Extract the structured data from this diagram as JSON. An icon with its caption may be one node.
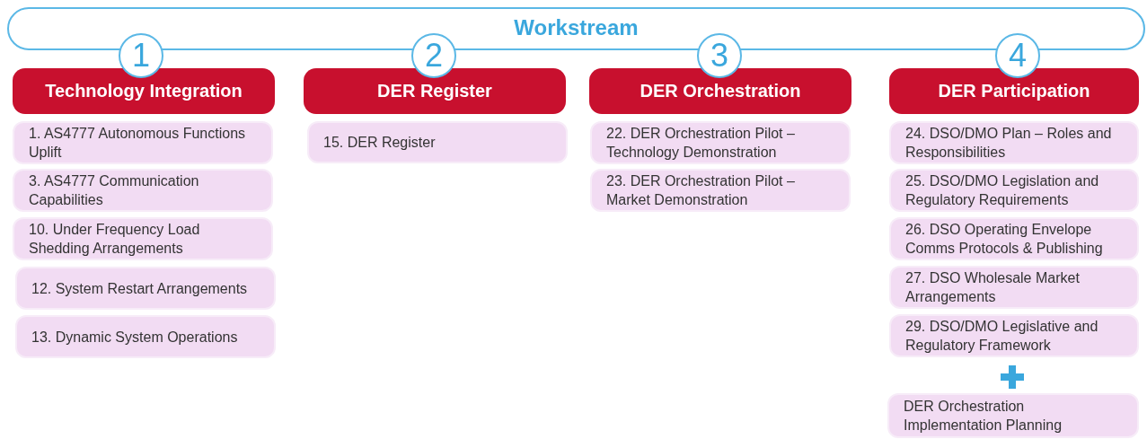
{
  "diagram": {
    "nodes": [
      {
        "text": [
          "Workstream"
        ]
      },
      {
        "text": [
          "1"
        ]
      },
      {
        "text": [
          "Technology Integration"
        ]
      },
      {
        "text": [
          "1. AS4777 Autonomous Functions Uplift"
        ]
      },
      {
        "text": [
          "3. AS4777 Communication Capabilities"
        ]
      },
      {
        "text": [
          "10. Under Frequency Load Shedding Arrangements"
        ]
      },
      {
        "text": [
          "12. System Restart Arrangements"
        ]
      },
      {
        "text": [
          "13. Dynamic System Operations"
        ]
      },
      {
        "text": [
          "2"
        ]
      },
      {
        "text": [
          "DER Register"
        ]
      },
      {
        "text": [
          "15. DER Register"
        ]
      },
      {
        "text": [
          "3"
        ]
      },
      {
        "text": [
          "DER Orchestration"
        ]
      },
      {
        "text": [
          "22. DER Orchestration Pilot – Technology Demonstration"
        ]
      },
      {
        "text": [
          "23. DER Orchestration Pilot – Market Demonstration"
        ]
      },
      {
        "text": [
          "4"
        ]
      },
      {
        "text": [
          "DER Participation"
        ]
      },
      {
        "text": [
          "24. DSO/DMO Plan – Roles and Responsibilities"
        ]
      },
      {
        "text": [
          "25. DSO/DMO Legislation and Regulatory Requirements"
        ]
      },
      {
        "text": [
          "26. DSO Operating Envelope Comms Protocols & Publishing"
        ]
      },
      {
        "text": [
          "27. DSO Wholesale Market Arrangements"
        ]
      },
      {
        "text": [
          "29. DSO/DMO Legislative and Regulatory Framework"
        ]
      },
      {
        "text": [
          "DER Orchestration Implementation Planning"
        ]
      }
    ],
    "edges": []
  }
}
